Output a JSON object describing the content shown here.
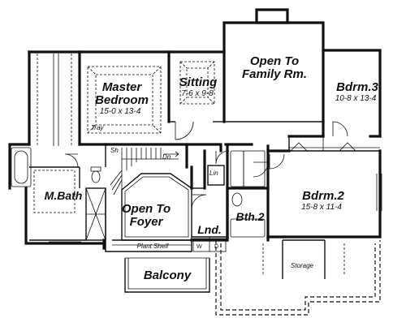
{
  "rooms": {
    "master_bedroom": {
      "name_line1": "Master",
      "name_line2": "Bedroom",
      "dims": "15-0 x 13-4"
    },
    "sitting": {
      "name": "Sitting",
      "dims": "7-6 x 9-8"
    },
    "open_family": {
      "name_line1": "Open To",
      "name_line2": "Family Rm."
    },
    "bdrm3": {
      "name": "Bdrm.3",
      "dims": "10-8 x 13-4"
    },
    "mbath": {
      "name": "M.Bath"
    },
    "open_foyer": {
      "name_line1": "Open To",
      "name_line2": "Foyer"
    },
    "bdrm2": {
      "name": "Bdrm.2",
      "dims": "15-8 x 11-4"
    },
    "bth2": {
      "name": "Bth.2"
    },
    "lnd": {
      "name": "Lnd."
    },
    "balcony": {
      "name": "Balcony"
    }
  },
  "notes": {
    "tray": "Tray",
    "sh": "Sh",
    "dn": "Dn",
    "lin": "Lin",
    "w": "W",
    "d": "D",
    "plant_shelf": "Plant Shelf",
    "storage": "Storage"
  }
}
